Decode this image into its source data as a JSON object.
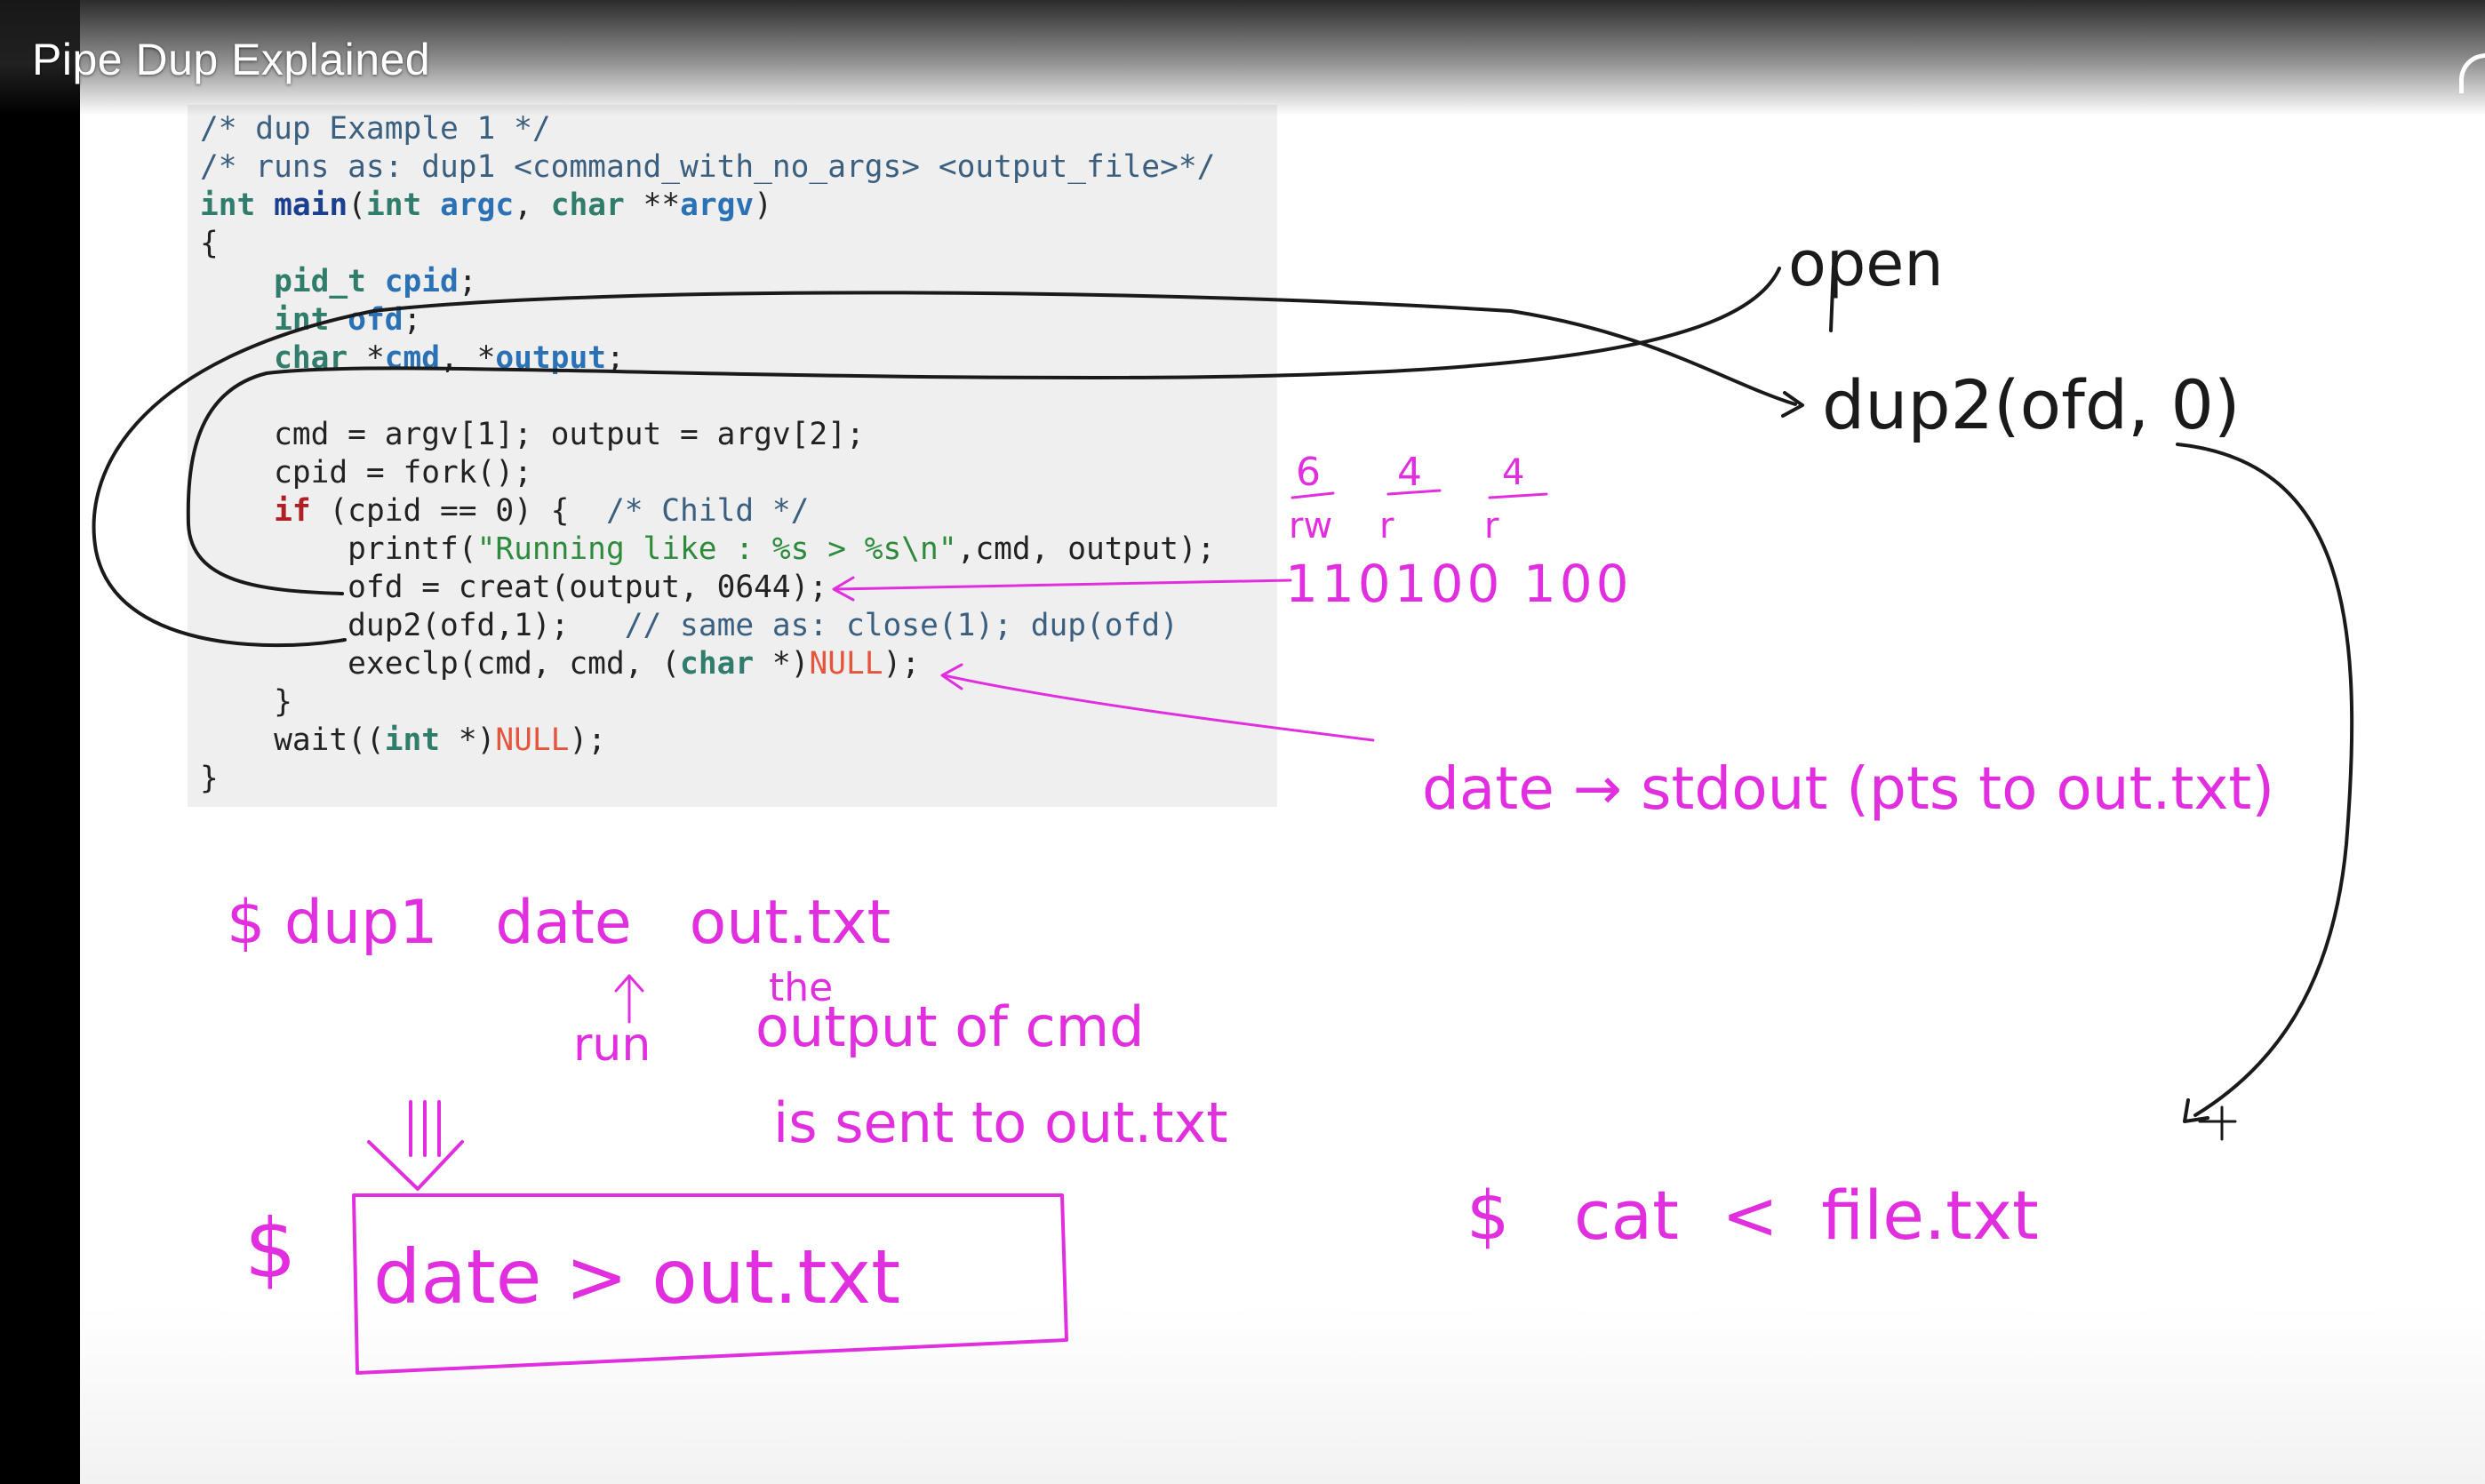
{
  "video": {
    "title": "Pipe Dup Explained"
  },
  "code": {
    "lines": [
      [
        {
          "t": "/* dup Example 1 */",
          "c": "comment"
        }
      ],
      [
        {
          "t": "/* runs as: dup1 <command_with_no_args> <output_file>*/",
          "c": "comment"
        }
      ],
      [
        {
          "t": "int ",
          "c": "type"
        },
        {
          "t": "main",
          "c": "fn"
        },
        {
          "t": "(",
          "c": "plain"
        },
        {
          "t": "int ",
          "c": "type"
        },
        {
          "t": "argc",
          "c": "ident"
        },
        {
          "t": ", ",
          "c": "plain"
        },
        {
          "t": "char ",
          "c": "type"
        },
        {
          "t": "**",
          "c": "plain"
        },
        {
          "t": "argv",
          "c": "ident"
        },
        {
          "t": ")",
          "c": "plain"
        }
      ],
      [
        {
          "t": "{",
          "c": "plain"
        }
      ],
      [
        {
          "t": "    ",
          "c": "plain"
        },
        {
          "t": "pid_t ",
          "c": "type"
        },
        {
          "t": "cpid",
          "c": "ident"
        },
        {
          "t": ";",
          "c": "plain"
        }
      ],
      [
        {
          "t": "    ",
          "c": "plain"
        },
        {
          "t": "int ",
          "c": "type"
        },
        {
          "t": "ofd",
          "c": "ident"
        },
        {
          "t": ";",
          "c": "plain"
        }
      ],
      [
        {
          "t": "    ",
          "c": "plain"
        },
        {
          "t": "char ",
          "c": "type"
        },
        {
          "t": "*",
          "c": "plain"
        },
        {
          "t": "cmd",
          "c": "ident"
        },
        {
          "t": ", *",
          "c": "plain"
        },
        {
          "t": "output",
          "c": "ident"
        },
        {
          "t": ";",
          "c": "plain"
        }
      ],
      [
        {
          "t": "",
          "c": "plain"
        }
      ],
      [
        {
          "t": "    cmd = argv[1]; output = argv[2];",
          "c": "plain"
        }
      ],
      [
        {
          "t": "    cpid = fork();",
          "c": "plain"
        }
      ],
      [
        {
          "t": "    ",
          "c": "plain"
        },
        {
          "t": "if ",
          "c": "kw"
        },
        {
          "t": "(cpid == 0) {  ",
          "c": "plain"
        },
        {
          "t": "/* Child */",
          "c": "comment"
        }
      ],
      [
        {
          "t": "        printf(",
          "c": "plain"
        },
        {
          "t": "\"Running like : %s > %s\\n\"",
          "c": "str"
        },
        {
          "t": ",cmd, output);",
          "c": "plain"
        }
      ],
      [
        {
          "t": "        ofd = creat(output, 0644);",
          "c": "plain"
        }
      ],
      [
        {
          "t": "        dup2(ofd,1);   ",
          "c": "plain"
        },
        {
          "t": "// same as: close(1); dup(ofd)",
          "c": "comment"
        }
      ],
      [
        {
          "t": "        execlp(cmd, cmd, (",
          "c": "plain"
        },
        {
          "t": "char ",
          "c": "type"
        },
        {
          "t": "*)",
          "c": "plain"
        },
        {
          "t": "NULL",
          "c": "null"
        },
        {
          "t": ");",
          "c": "plain"
        }
      ],
      [
        {
          "t": "    }",
          "c": "plain"
        }
      ],
      [
        {
          "t": "    wait((",
          "c": "plain"
        },
        {
          "t": "int ",
          "c": "type"
        },
        {
          "t": "*)",
          "c": "plain"
        },
        {
          "t": "NULL",
          "c": "null"
        },
        {
          "t": ");",
          "c": "plain"
        }
      ],
      [
        {
          "t": "}",
          "c": "plain"
        }
      ]
    ]
  },
  "annotations": {
    "open": "open",
    "dup2_call": "dup2(ofd, 0)",
    "perm_digits": [
      "6",
      "4",
      "4"
    ],
    "perm_letters": [
      "rw",
      "r",
      "r"
    ],
    "perm_bits": "110100 100",
    "date_stdout": "date → stdout (pts to out.txt)",
    "cmd_example": "$ dup1   date   out.txt",
    "run_label": "run",
    "the_label": "the",
    "output_of_cmd": "output of cmd",
    "sent_to": "is sent to out.txt",
    "dollar": "$",
    "redirect_box": "date > out.txt",
    "cat_cmd": "$   cat  <  file.txt"
  },
  "colors": {
    "ink_magenta": "#e12fe0",
    "ink_black": "#1a1a1a",
    "code_bg": "#efefef"
  }
}
